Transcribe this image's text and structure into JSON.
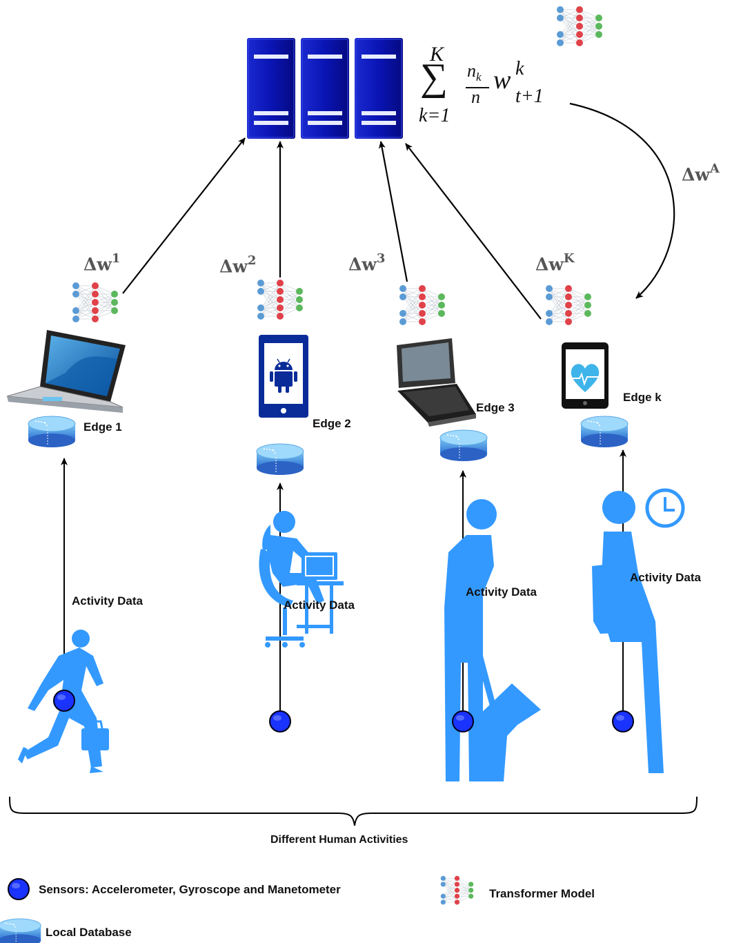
{
  "aggregation": {
    "sum_upper": "K",
    "sum_symbol": "∑",
    "sum_lower": "k=1",
    "frac_num": "n",
    "frac_num_sub": "k",
    "frac_den": "n",
    "weight": "w",
    "weight_sup": "k",
    "weight_sub": "t+1",
    "global_update": {
      "base": "Δw",
      "sup": "A"
    }
  },
  "edges": [
    {
      "name": "Edge 1",
      "update": {
        "base": "Δw",
        "sup": "1"
      },
      "device": "laptop-icon",
      "data_label": "Activity Data",
      "activity": "running-person-icon"
    },
    {
      "name": "Edge 2",
      "update": {
        "base": "Δw",
        "sup": "2"
      },
      "device": "android-phone-icon",
      "data_label": "Activity Data",
      "activity": "person-at-computer-icon"
    },
    {
      "name": "Edge 3",
      "update": {
        "base": "Δw",
        "sup": "3"
      },
      "device": "tablet-laptop-icon",
      "data_label": "Activity Data",
      "activity": "person-shoveling-icon"
    },
    {
      "name": "Edge k",
      "update": {
        "base": "Δw",
        "sup": "K"
      },
      "device": "health-tablet-icon",
      "data_label": "Activity Data",
      "activity": "person-sitting-clock-icon"
    }
  ],
  "brace_label": "Different Human Activities",
  "legend": {
    "sensor": "Sensors: Accelerometer, Gyroscope and Manetometer",
    "model": "Transformer Model",
    "database": "Local Database"
  },
  "colors": {
    "server": "#0a14b4",
    "activity": "#3399ff",
    "sensor": "#1a33ff",
    "node_blue": "#5b9bd5",
    "node_red": "#e0424a",
    "node_green": "#5cb85c"
  }
}
